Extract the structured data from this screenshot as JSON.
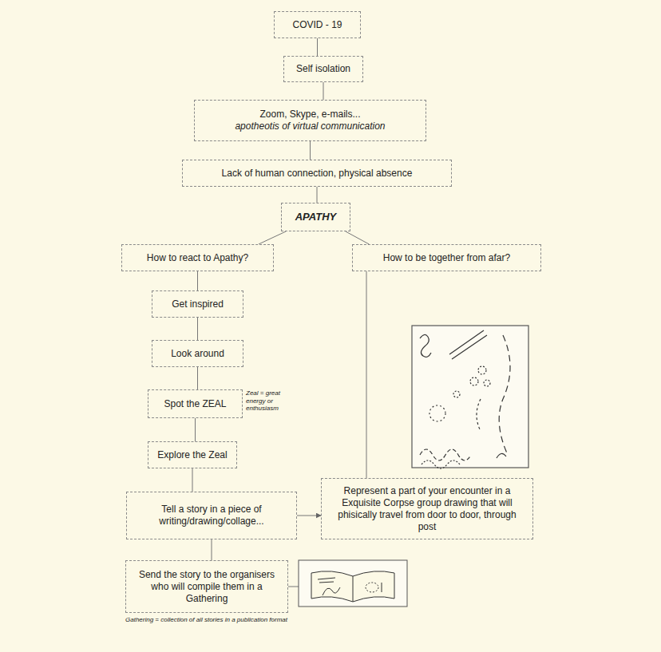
{
  "diagram": {
    "nodes": [
      {
        "text": [
          "COVID - 19"
        ]
      },
      {
        "text": [
          "Self isolation"
        ]
      },
      {
        "text": [
          "Zoom, Skype, e-mails...",
          "apotheotis of virtual communication"
        ]
      },
      {
        "text": [
          "Lack of human connection, physical absence"
        ]
      },
      {
        "text": [
          "APATHY"
        ]
      },
      {
        "text": [
          "How to react to Apathy?"
        ]
      },
      {
        "text": [
          "How to be together from afar?"
        ]
      },
      {
        "text": [
          "Get inspired"
        ]
      },
      {
        "text": [
          "Look around"
        ]
      },
      {
        "text": [
          "Spot the ZEAL"
        ]
      },
      {
        "text": [
          "Explore the Zeal"
        ]
      },
      {
        "text": [
          "Tell a story in a piece of writing/drawing/collage..."
        ]
      },
      {
        "text": [
          "Represent a part of your encounter in a Exquisite Corpse group drawing that will phisically travel from door to door, through post"
        ]
      },
      {
        "text": [
          "Send the story to the organisers who will compile them in a Gathering"
        ]
      }
    ],
    "edges": [
      {
        "from": 0,
        "to": 1,
        "arrow": "none"
      },
      {
        "from": 1,
        "to": 2,
        "arrow": "none"
      },
      {
        "from": 2,
        "to": 3,
        "arrow": "none"
      },
      {
        "from": 3,
        "to": 4,
        "arrow": "none"
      },
      {
        "from": 4,
        "to": 5,
        "arrow": "none"
      },
      {
        "from": 4,
        "to": 6,
        "arrow": "none"
      },
      {
        "from": 5,
        "to": 7,
        "arrow": "none"
      },
      {
        "from": 7,
        "to": 8,
        "arrow": "none"
      },
      {
        "from": 8,
        "to": 9,
        "arrow": "none"
      },
      {
        "from": 9,
        "to": 10,
        "arrow": "none"
      },
      {
        "from": 10,
        "to": 11,
        "arrow": "none"
      },
      {
        "from": 6,
        "to": 12,
        "arrow": "none"
      },
      {
        "from": 11,
        "to": 12,
        "arrow": "to"
      },
      {
        "from": 11,
        "to": 13,
        "arrow": "none"
      }
    ],
    "labels": [
      "Zeal = great energy or enthusiasm",
      "Gathering = collection of all stories in a publication format"
    ]
  }
}
